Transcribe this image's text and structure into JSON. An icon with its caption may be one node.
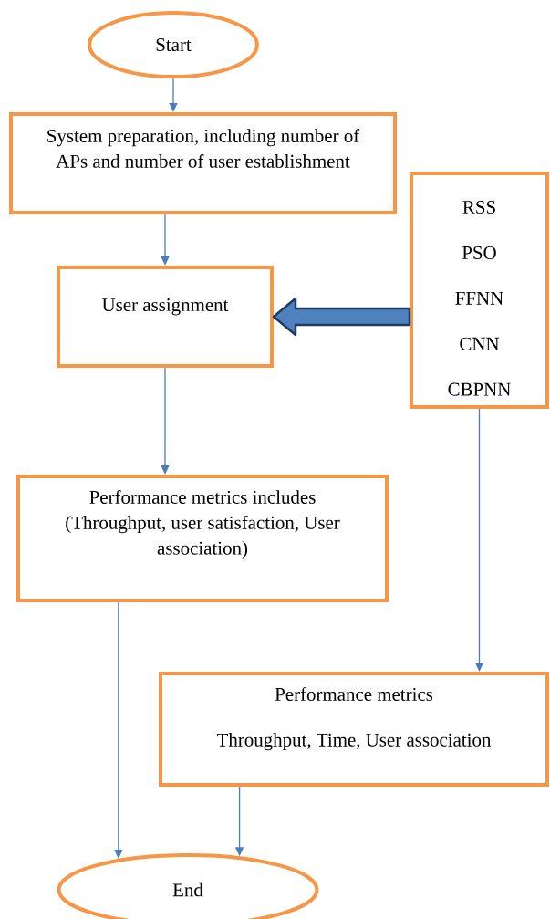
{
  "diagram": {
    "nodes": [
      {
        "text": [
          "Start"
        ]
      },
      {
        "text": [
          "System preparation, including number of APs and number of user establishment"
        ]
      },
      {
        "text": [
          "User assignment"
        ]
      },
      {
        "text": [
          "RSS",
          "PSO",
          "FFNN",
          "CNN",
          "CBPNN"
        ]
      },
      {
        "text": [
          "Performance metrics includes (Throughput, user satisfaction, User association)"
        ]
      },
      {
        "text": [
          "Performance metrics",
          "Throughput, Time, User association"
        ]
      },
      {
        "text": [
          "End"
        ]
      }
    ],
    "edges": [
      {
        "from": 0,
        "to": 1,
        "arrow": "to"
      },
      {
        "from": 1,
        "to": 2,
        "arrow": "to"
      },
      {
        "from": 3,
        "to": 2,
        "arrow": "to",
        "style": "thick"
      },
      {
        "from": 2,
        "to": 4,
        "arrow": "to"
      },
      {
        "from": 3,
        "to": 5,
        "arrow": "to"
      },
      {
        "from": 4,
        "to": 6,
        "arrow": "to"
      },
      {
        "from": 5,
        "to": 6,
        "arrow": "to"
      }
    ]
  }
}
